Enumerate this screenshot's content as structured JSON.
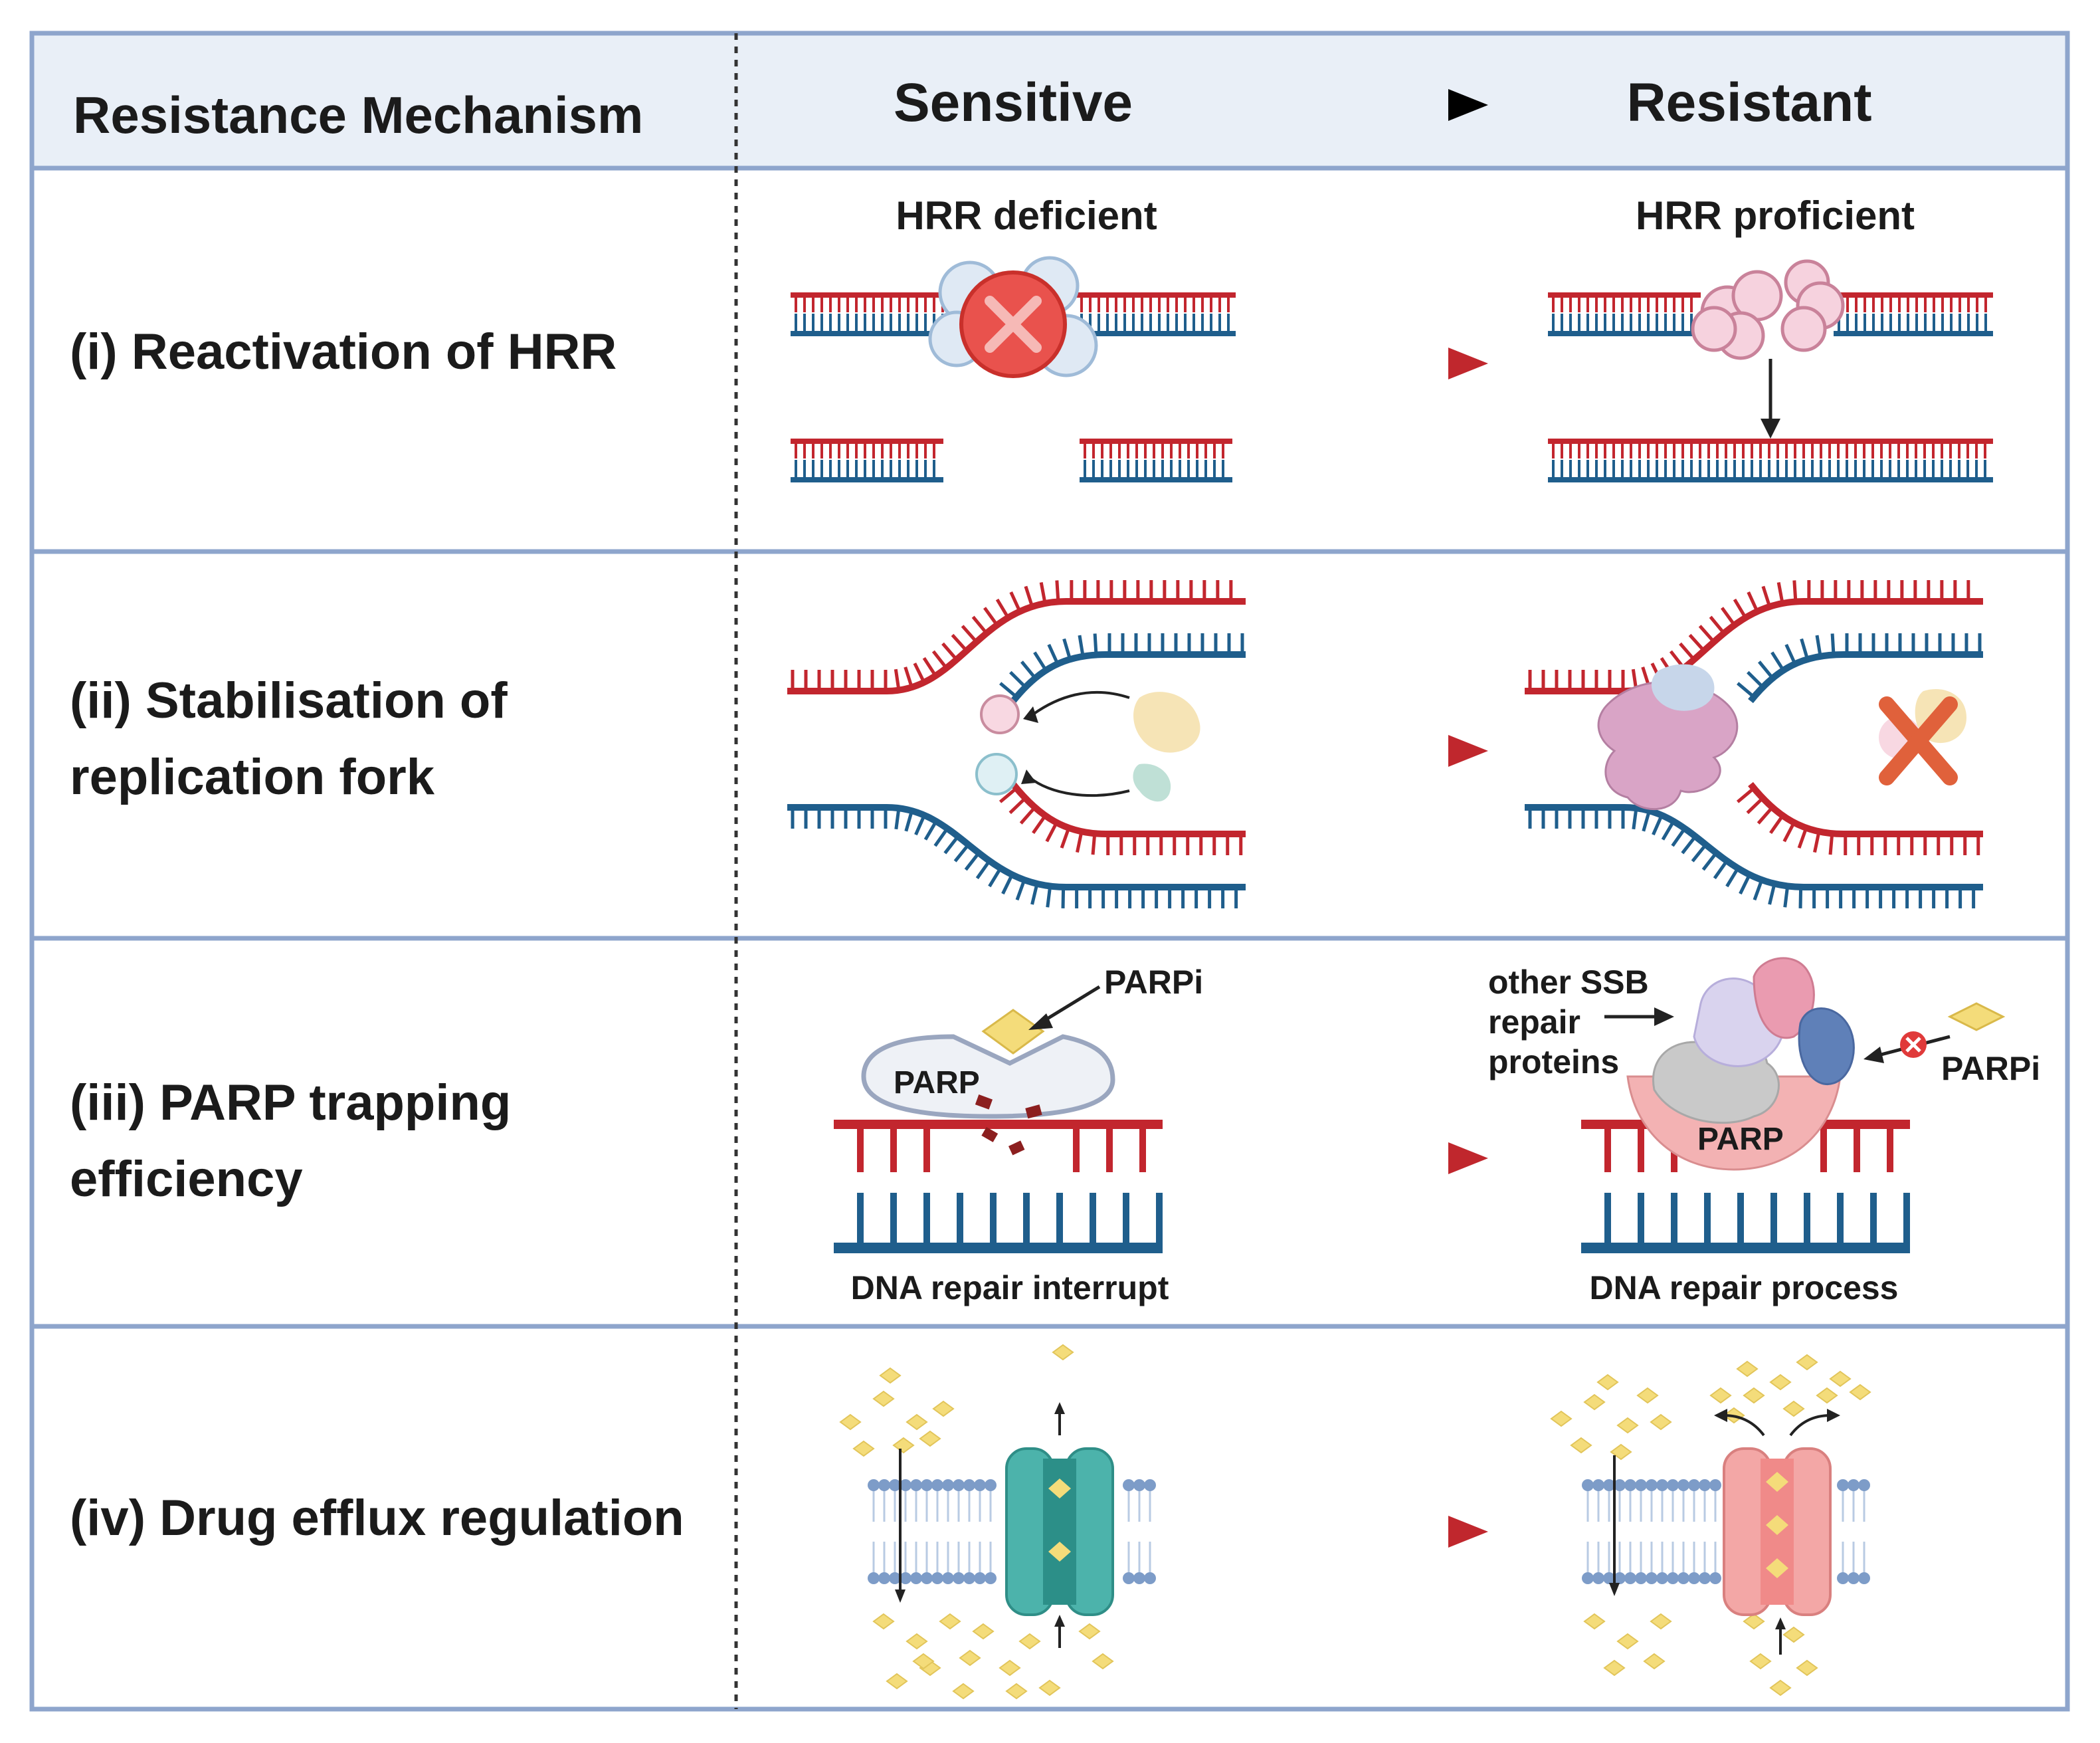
{
  "header": {
    "mechanism_label": "Resistance Mechanism",
    "sensitive_label": "Sensitive",
    "resistant_label": "Resistant"
  },
  "rows": [
    {
      "label_lines": [
        "(i) Reactivation of HRR"
      ],
      "sensitive_caption": "HRR deficient",
      "resistant_caption": "HRR proficient"
    },
    {
      "label_lines": [
        "(ii) Stabilisation of",
        "replication fork"
      ]
    },
    {
      "label_lines": [
        "(iii) PARP trapping",
        "efficiency"
      ],
      "sensitive": {
        "drug_label": "PARPi",
        "enzyme_label": "PARP",
        "caption": "DNA repair interrupt"
      },
      "resistant": {
        "proteins_label": [
          "other SSB",
          "repair",
          "proteins"
        ],
        "enzyme_label": "PARP",
        "drug_label": "PARPi",
        "caption": "DNA repair process"
      }
    },
    {
      "label_lines": [
        "(iv) Drug efflux regulation"
      ]
    }
  ],
  "colors": {
    "header_bg": "#e9eff7",
    "border": "#8ea5cc",
    "dna_red": "#c2262e",
    "dna_blue": "#1f5e8c",
    "arrow_red": "#c0272d",
    "drug_yellow": "#f4dc7a",
    "pump_teal": "#3fa9a2",
    "pump_pink": "#f2a5a5"
  }
}
